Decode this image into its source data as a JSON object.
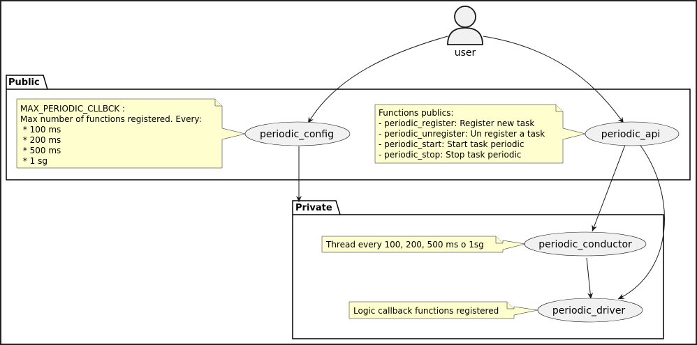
{
  "actor": {
    "label": "user"
  },
  "packages": {
    "public": {
      "title": "Public"
    },
    "private": {
      "title": "Private"
    }
  },
  "usecases": {
    "periodic_config": "periodic_config",
    "periodic_api": "periodic_api",
    "periodic_conductor": "periodic_conductor",
    "periodic_driver": "periodic_driver"
  },
  "notes": {
    "config": [
      "MAX_PERIODIC_CLLBCK :",
      "Max number of functions registered. Every:",
      " * 100 ms",
      " * 200 ms",
      " * 500 ms",
      " * 1 sg"
    ],
    "api": [
      "Functions publics:",
      "- periodic_register: Register new task",
      "- periodic_unregister: Un register a task",
      "- periodic_start: Start task periodic",
      "- periodic_stop: Stop task periodic"
    ],
    "conductor": [
      "Thread every 100, 200, 500 ms o 1sg"
    ],
    "driver": [
      "Logic callback functions registered"
    ]
  }
}
